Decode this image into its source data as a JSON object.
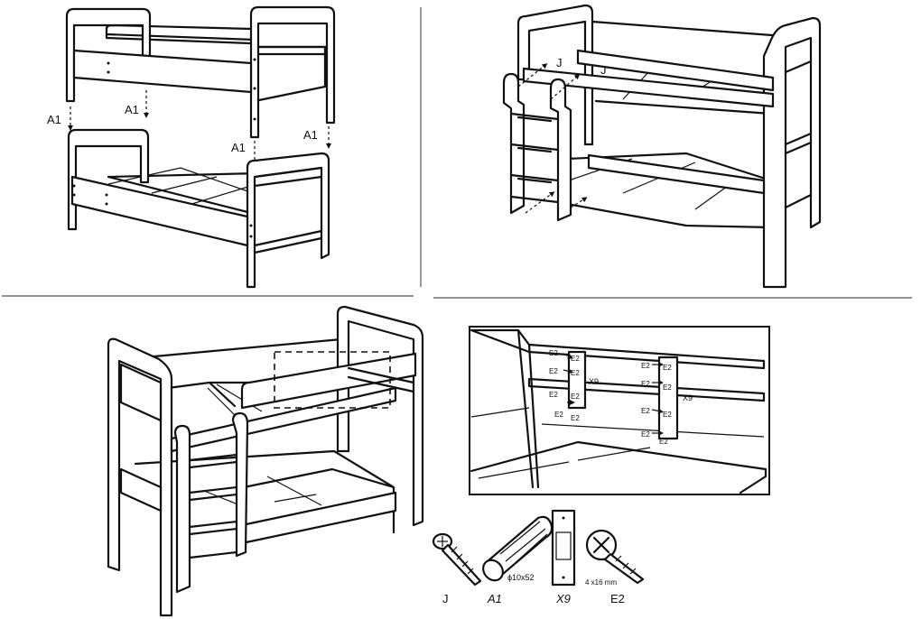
{
  "steps": {
    "step1": {
      "dowel_label": "A1"
    },
    "step2": {
      "screw_label": "J"
    },
    "detail": {
      "screw_label": "E2",
      "bracket_label": "X9"
    }
  },
  "parts": [
    {
      "code": "J",
      "spec": ""
    },
    {
      "code": "A1",
      "spec": "ϕ10x52"
    },
    {
      "code": "X9",
      "spec": ""
    },
    {
      "code": "E2",
      "spec": "4 x16 mm"
    }
  ]
}
